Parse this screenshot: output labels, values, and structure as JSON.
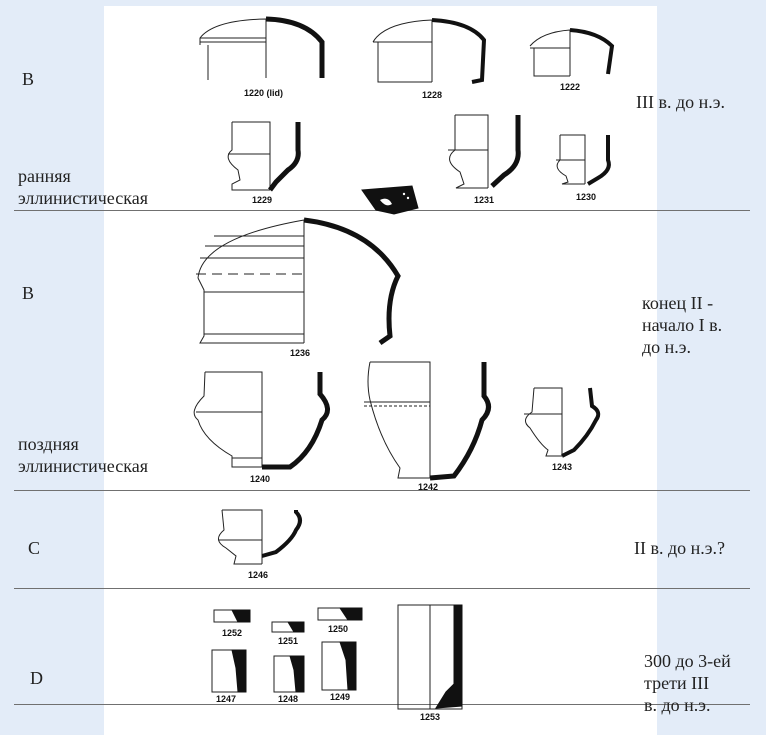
{
  "rows": [
    {
      "type": "B",
      "period": "ранняя\nэллинистическая",
      "date": "III в. до н.э.",
      "items": [
        "1220 (lid)",
        "1228",
        "1222",
        "1229",
        "1231",
        "1230"
      ]
    },
    {
      "type": "B",
      "period": "поздняя\nэллинистическая",
      "date": "конец II -\nначало I в.\nдо н.э.",
      "items": [
        "1236",
        "1240",
        "1242",
        "1243"
      ]
    },
    {
      "type": "C",
      "period": "",
      "date": "II в. до н.э.?",
      "items": [
        "1246"
      ]
    },
    {
      "type": "D",
      "period": "",
      "date": "300 до 3-ей\nтрети III\nв. до н.э.",
      "items": [
        "1252",
        "1251",
        "1250",
        "1247",
        "1248",
        "1249",
        "1253"
      ]
    }
  ]
}
